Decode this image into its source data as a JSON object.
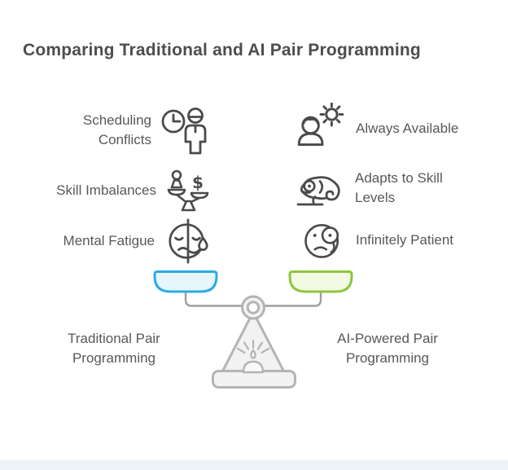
{
  "title": "Comparing Traditional and AI Pair Programming",
  "left_side": {
    "heading": "Traditional Pair Programming",
    "items": [
      {
        "label": "Scheduling Conflicts",
        "icon": "clock-person-icon"
      },
      {
        "label": "Skill Imbalances",
        "icon": "person-dollar-balance-icon"
      },
      {
        "label": "Mental Fatigue",
        "icon": "tired-face-icon"
      }
    ],
    "pan_stroke": "#2AABE2",
    "pan_fill": "#E7F6FD"
  },
  "right_side": {
    "heading": "AI-Powered Pair Programming",
    "items": [
      {
        "label": "Always Available",
        "icon": "person-sun-icon"
      },
      {
        "label": "Adapts to Skill Levels",
        "icon": "chameleon-icon"
      },
      {
        "label": "Infinitely Patient",
        "icon": "monocle-face-icon"
      }
    ],
    "pan_stroke": "#8DC63F",
    "pan_fill": "#F3FAE4"
  },
  "icons": {
    "dollar_glyph": "$"
  },
  "colors": {
    "title_text": "#4D4D4D",
    "body_text": "#57585A",
    "icon_stroke": "#4A4A4A",
    "stand_stroke": "#B3B4B6",
    "stand_fill": "#F2F2F3",
    "beam": "#9C9EA0"
  }
}
